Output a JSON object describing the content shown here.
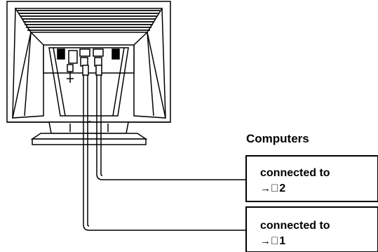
{
  "heading": "Computers",
  "boxes": [
    {
      "line1": "connected to",
      "icon": "input-arrow-icon",
      "glyph": "→⃝",
      "number": "2"
    },
    {
      "line1": "connected to",
      "icon": "input-arrow-icon",
      "glyph": "→⃝",
      "number": "1"
    }
  ],
  "colors": {
    "line": "#000000",
    "background": "#ffffff"
  }
}
